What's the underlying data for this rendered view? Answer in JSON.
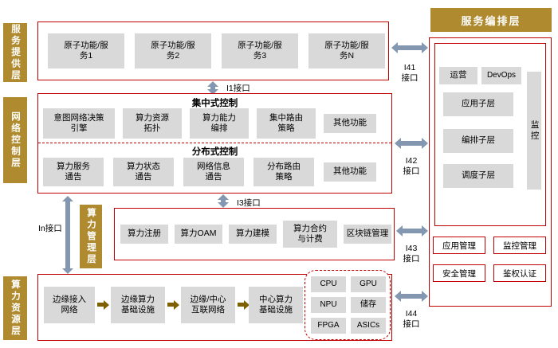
{
  "layers": {
    "service_provision": "服务提供层",
    "network_control": "网络控制层",
    "computing_management": "算力管理层",
    "computing_resource": "算力资源层",
    "service_orchestration": "服务编排层"
  },
  "service_provision": {
    "items": [
      "原子功能/服务1",
      "原子功能/服务2",
      "原子功能/服务3",
      "原子功能/服务N"
    ]
  },
  "network_control": {
    "centralized_title": "集中式控制",
    "centralized_items": [
      "意图网络决策引擎",
      "算力资源拓扑",
      "算力能力编排",
      "集中路由策略",
      "其他功能"
    ],
    "distributed_title": "分布式控制",
    "distributed_items": [
      "算力服务通告",
      "算力状态通告",
      "网络信息通告",
      "分布路由策略",
      "其他功能"
    ]
  },
  "computing_management": {
    "items": [
      "算力注册",
      "算力OAM",
      "算力建模",
      "算力合约与计费",
      "区块链管理"
    ]
  },
  "computing_resource": {
    "flow": [
      "边缘接入网络",
      "边缘算力基础设施",
      "边缘/中心互联网络",
      "中心算力基础设施"
    ],
    "hardware": [
      "CPU",
      "GPU",
      "NPU",
      "储存",
      "FPGA",
      "ASICs"
    ]
  },
  "service_orchestration": {
    "operation": "运营",
    "devops": "DevOps",
    "sublayers": [
      "应用子层",
      "编排子层",
      "调度子层"
    ],
    "monitoring": "监控",
    "management": [
      "应用管理",
      "监控管理",
      "安全管理",
      "鉴权认证"
    ]
  },
  "interfaces": {
    "i1": "I1接口",
    "i3": "I3接口",
    "in": "In接口",
    "i41": [
      "I41",
      "接口"
    ],
    "i42": [
      "I42",
      "接口"
    ],
    "i43": [
      "I43",
      "接口"
    ],
    "i44": [
      "I44",
      "接口"
    ]
  },
  "colors": {
    "layer_gold": "#B08A2E",
    "box_gray": "#D9D9D9",
    "border_red": "#C00000",
    "arrow_slate": "#8497B0",
    "flow_arrow_gold": "#7F6000"
  }
}
